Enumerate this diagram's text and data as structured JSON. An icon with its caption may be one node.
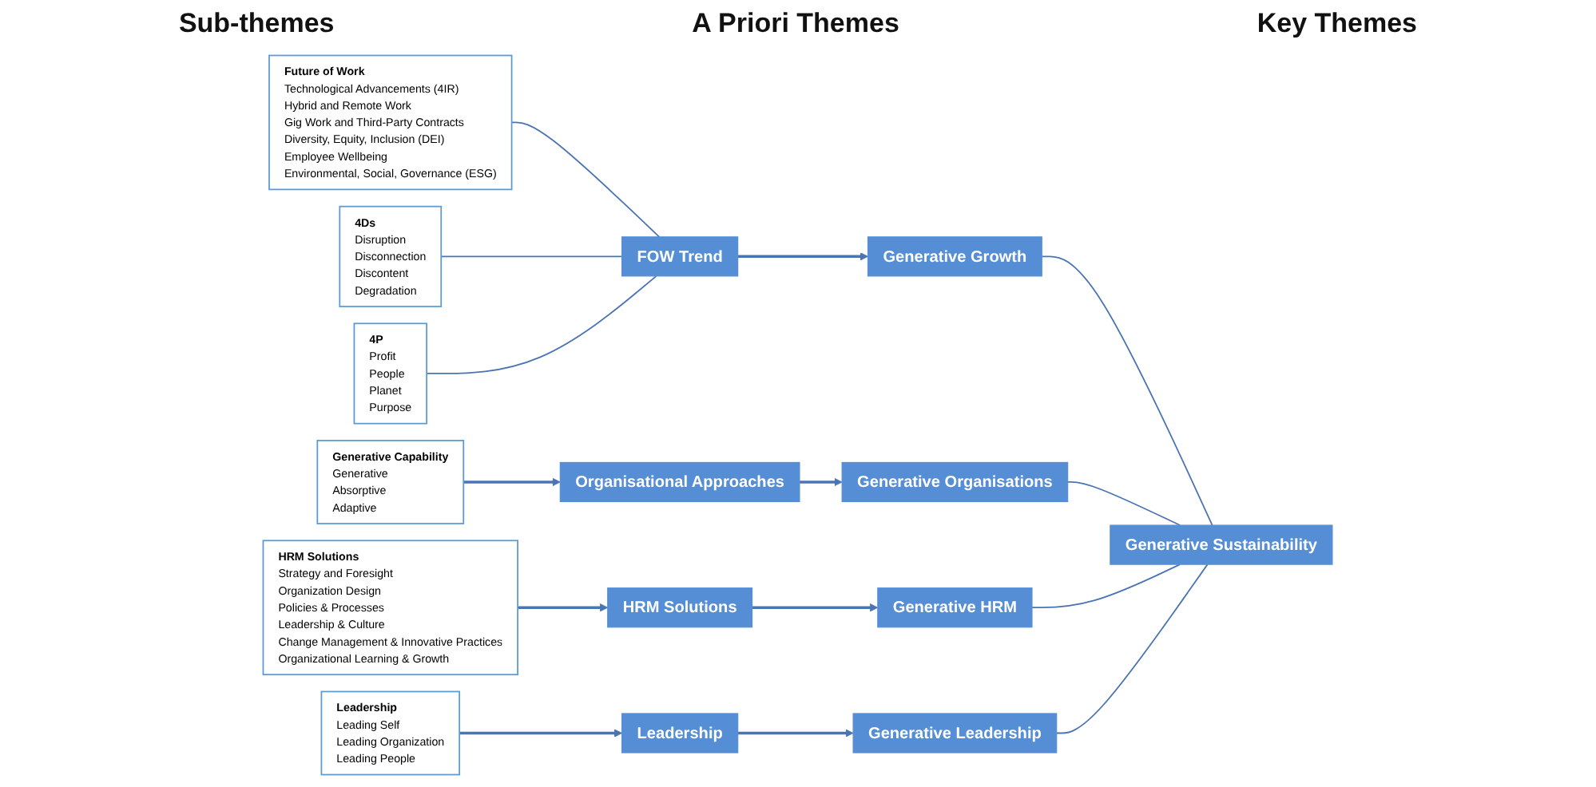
{
  "diagram": {
    "nodes": [
      {
        "text": [
          "Future of Work",
          "Technological Advancements (4IR)",
          "Hybrid and Remote Work",
          "Gig Work and Third-Party Contracts",
          "Diversity, Equity, Inclusion (DEI)",
          "Employee Wellbeing",
          "Environmental, Social, Governance (ESG)"
        ]
      },
      {
        "text": [
          "4Ds",
          "Disruption",
          "Disconnection",
          "Discontent",
          "Degradation"
        ]
      },
      {
        "text": [
          "4P",
          "Profit",
          "People",
          "Planet",
          "Purpose"
        ]
      },
      {
        "text": [
          "Generative Capability",
          "Generative",
          "Absorptive",
          "Adaptive"
        ]
      },
      {
        "text": [
          "HRM Solutions",
          "Strategy and Foresight",
          "Organization Design",
          "Policies & Processes",
          "Leadership & Culture",
          "Change Management & Innovative Practices",
          "Organizational Learning & Growth"
        ]
      },
      {
        "text": [
          "Leadership",
          "Leading Self",
          "Leading Organization",
          "Leading People"
        ]
      },
      {
        "text": [
          "FOW Trend"
        ]
      },
      {
        "text": [
          "Organisational Approaches"
        ]
      },
      {
        "text": [
          "HRM Solutions"
        ]
      },
      {
        "text": [
          "Leadership"
        ]
      },
      {
        "text": [
          "Generative Growth"
        ]
      },
      {
        "text": [
          "Generative Organisations"
        ]
      },
      {
        "text": [
          "Generative HRM"
        ]
      },
      {
        "text": [
          "Generative Leadership"
        ]
      },
      {
        "text": [
          "Generative Sustainability"
        ]
      }
    ],
    "edges": [
      {
        "from": 0,
        "to": 6,
        "arrow": "none"
      },
      {
        "from": 1,
        "to": 6,
        "arrow": "none"
      },
      {
        "from": 2,
        "to": 6,
        "arrow": "none"
      },
      {
        "from": 3,
        "to": 7,
        "arrow": "to"
      },
      {
        "from": 4,
        "to": 8,
        "arrow": "to"
      },
      {
        "from": 5,
        "to": 9,
        "arrow": "to"
      },
      {
        "from": 6,
        "to": 10,
        "arrow": "to"
      },
      {
        "from": 7,
        "to": 11,
        "arrow": "to"
      },
      {
        "from": 8,
        "to": 12,
        "arrow": "to"
      },
      {
        "from": 9,
        "to": 13,
        "arrow": "to"
      },
      {
        "from": 10,
        "to": 14,
        "arrow": "none"
      },
      {
        "from": 11,
        "to": 14,
        "arrow": "none"
      },
      {
        "from": 12,
        "to": 14,
        "arrow": "none"
      },
      {
        "from": 13,
        "to": 14,
        "arrow": "none"
      }
    ],
    "labels": [
      "Sub-themes",
      "A Priori Themes",
      "Key Themes"
    ]
  }
}
